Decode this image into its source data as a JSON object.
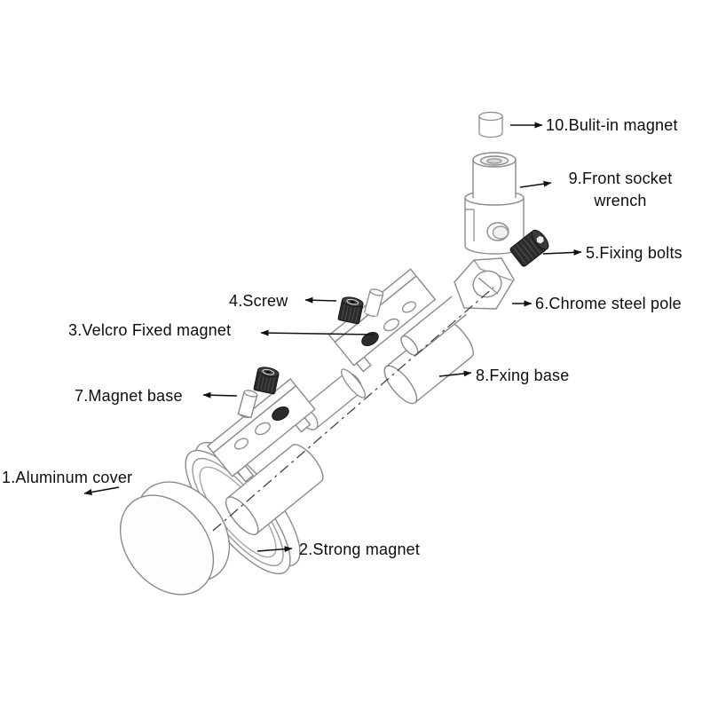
{
  "diagram": {
    "type": "exploded-parts-diagram",
    "background_color": "#ffffff",
    "line_color": "#777777",
    "dark_part_color": "#2b2b2b",
    "text_color": "#0d0d0d"
  },
  "labels": [
    {
      "num": "1",
      "text": "1.Aluminum cover",
      "side": "left"
    },
    {
      "num": "2",
      "text": "2.Strong magnet",
      "side": "right"
    },
    {
      "num": "3",
      "text": "3.Velcro Fixed magnet",
      "side": "left"
    },
    {
      "num": "4",
      "text": "4.Screw",
      "side": "left"
    },
    {
      "num": "5",
      "text": "5.Fixing bolts",
      "side": "right"
    },
    {
      "num": "6",
      "text": "6.Chrome steel pole",
      "side": "right"
    },
    {
      "num": "7",
      "text": "7.Magnet base",
      "side": "left"
    },
    {
      "num": "8",
      "text": "8.Fxing base",
      "side": "right"
    },
    {
      "num": "9",
      "text": "9.Front socket wrench",
      "side": "right"
    },
    {
      "num": "10",
      "text": "10.Bulit-in magnet",
      "side": "right"
    }
  ],
  "parts": [
    "aluminum-cover",
    "strong-magnet",
    "velcro-fixed-magnet",
    "screw",
    "fixing-bolts",
    "chrome-steel-pole",
    "magnet-base",
    "fixing-base",
    "front-socket-wrench",
    "built-in-magnet"
  ]
}
